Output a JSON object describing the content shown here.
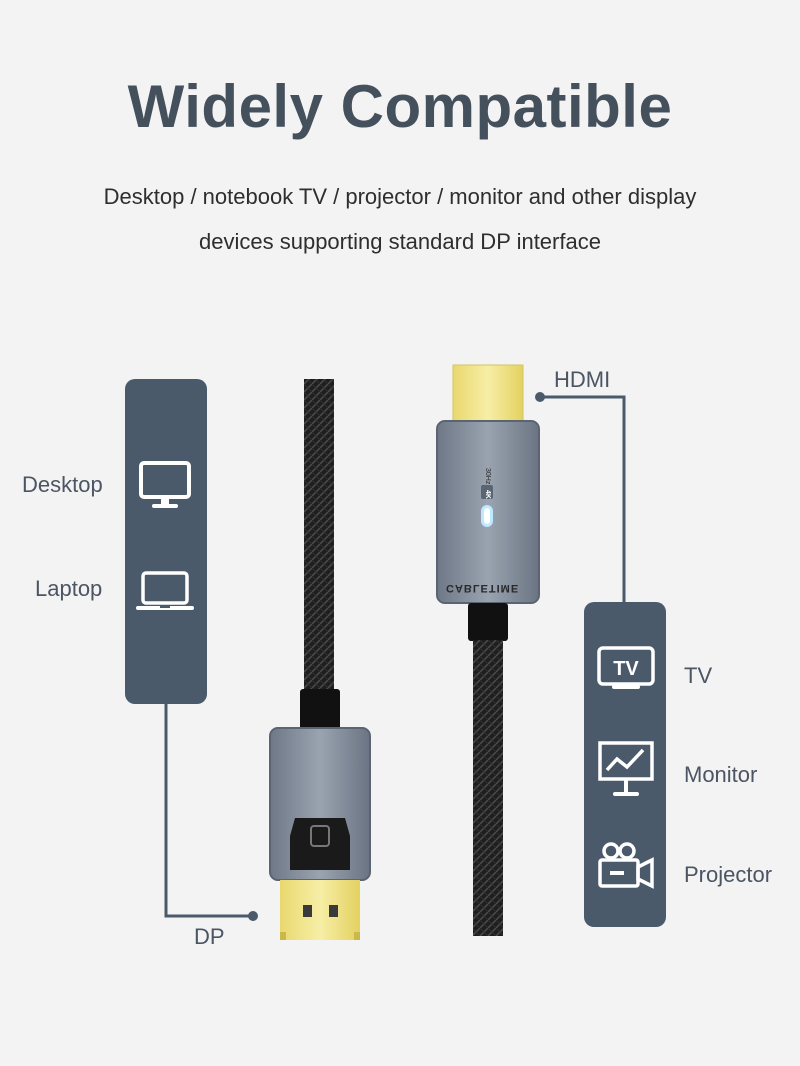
{
  "heading": {
    "title": "Widely Compatible",
    "subtitle_line1": "Desktop / notebook TV / projector / monitor and other display",
    "subtitle_line2": "devices supporting standard DP interface"
  },
  "source_devices": {
    "items": [
      {
        "label": "Desktop",
        "icon": "desktop-monitor-icon"
      },
      {
        "label": "Laptop",
        "icon": "laptop-icon"
      }
    ],
    "connector_label": "DP"
  },
  "target_devices": {
    "items": [
      {
        "label": "TV",
        "icon": "tv-icon",
        "icon_text": "TV"
      },
      {
        "label": "Monitor",
        "icon": "monitor-chart-icon"
      },
      {
        "label": "Projector",
        "icon": "projector-camera-icon"
      }
    ],
    "connector_label": "HDMI"
  },
  "cable": {
    "brand_text": "CABLETIME",
    "spec_badge": "4K",
    "spec_rate": "30Hz"
  },
  "colors": {
    "background": "#f3f3f3",
    "panel": "#4a5a6a",
    "title": "#45505d",
    "connector_gold": "#efe38a",
    "housing": "#8c96a4",
    "cable_black": "#1e1e1e"
  }
}
